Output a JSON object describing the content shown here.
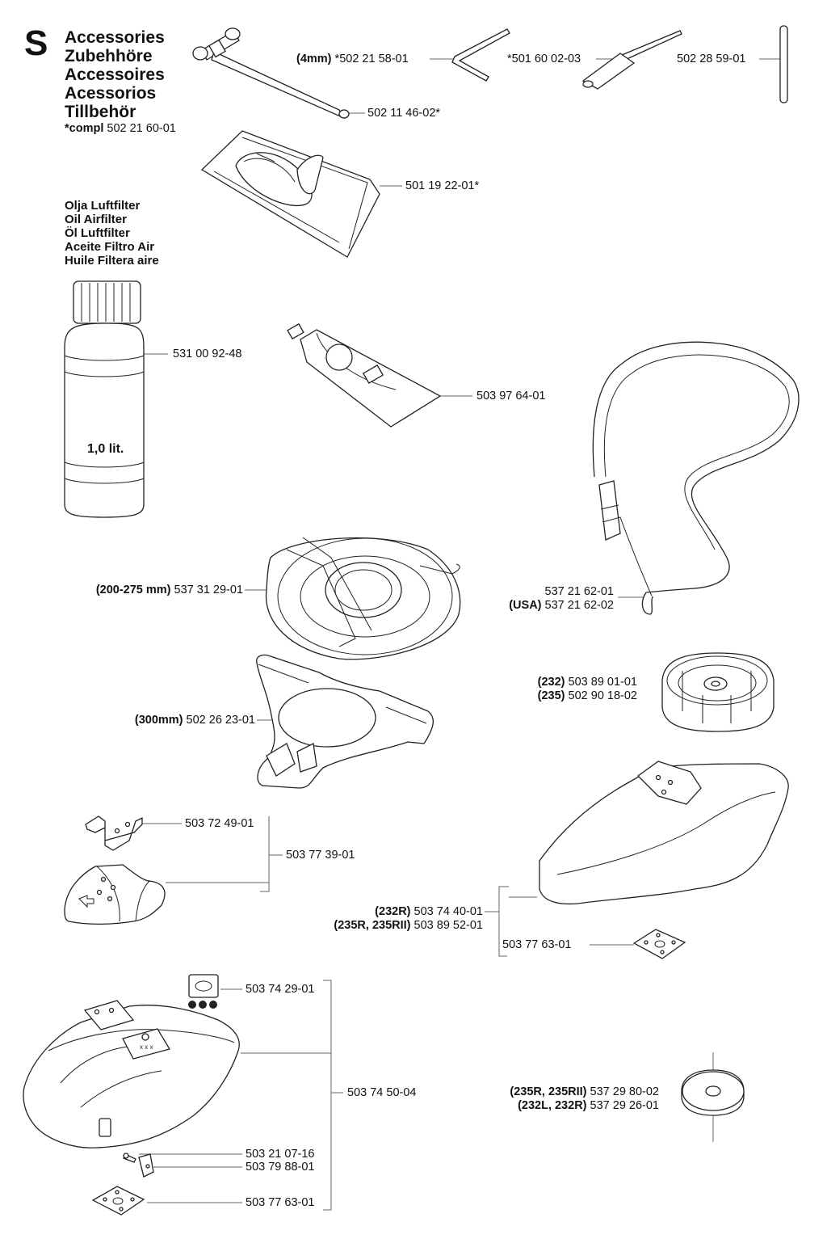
{
  "header": {
    "section_letter": "S",
    "titles": [
      "Accessories",
      "Zubehhöre",
      "Accessoires",
      "Acessorios",
      "Tillbehör"
    ],
    "compl_prefix": "*compl",
    "compl_number": "502 21 60-01"
  },
  "oil_titles": [
    "Olja Luftfilter",
    "Oil Airfilter",
    "Öl Luftfilter",
    "Aceite Filtro Air",
    "Huile Filtera aire"
  ],
  "bottle_label": "1,0 lit.",
  "parts": [
    {
      "id": "hex-4mm",
      "qualifier": "(4mm)",
      "number": "*502 21 58-01"
    },
    {
      "id": "pin",
      "qualifier": "",
      "number": "*501 60 02-03"
    },
    {
      "id": "rod",
      "qualifier": "",
      "number": "502 28 59-01"
    },
    {
      "id": "wrench",
      "qualifier": "",
      "number": "502 11 46-02*"
    },
    {
      "id": "bag",
      "qualifier": "",
      "number": "501 19 22-01*"
    },
    {
      "id": "oil",
      "qualifier": "",
      "number": "531 00 92-48"
    },
    {
      "id": "grease",
      "qualifier": "",
      "number": "503 97 64-01"
    },
    {
      "id": "harness-1",
      "qualifier": "",
      "number": "537 21 62-01"
    },
    {
      "id": "harness-2",
      "qualifier": "(USA)",
      "number": "537 21 62-02"
    },
    {
      "id": "guard-200",
      "qualifier": "(200-275 mm)",
      "number": "537 31 29-01"
    },
    {
      "id": "head-232",
      "qualifier": "(232)",
      "number": "503 89 01-01"
    },
    {
      "id": "head-235",
      "qualifier": "(235)",
      "number": "502 90 18-02"
    },
    {
      "id": "guard-300",
      "qualifier": "(300mm)",
      "number": "502 26 23-01"
    },
    {
      "id": "bracket",
      "qualifier": "",
      "number": "503 72 49-01"
    },
    {
      "id": "guard-kit",
      "qualifier": "",
      "number": "503 77 39-01"
    },
    {
      "id": "shield-232r",
      "qualifier": "(232R)",
      "number": "503 74 40-01"
    },
    {
      "id": "shield-235r",
      "qualifier": "(235R, 235RII)",
      "number": "503 89 52-01"
    },
    {
      "id": "plate-a",
      "qualifier": "",
      "number": "503 77 63-01"
    },
    {
      "id": "decal",
      "qualifier": "",
      "number": "503 74 29-01"
    },
    {
      "id": "big-guard",
      "qualifier": "",
      "number": "503 74 50-04"
    },
    {
      "id": "washer-235",
      "qualifier": "(235R, 235RII)",
      "number": "537 29 80-02"
    },
    {
      "id": "washer-232",
      "qualifier": "(232L, 232R)",
      "number": "537 29 26-01"
    },
    {
      "id": "screw",
      "qualifier": "",
      "number": "503 21 07-16"
    },
    {
      "id": "clip",
      "qualifier": "",
      "number": "503 79 88-01"
    },
    {
      "id": "plate-b",
      "qualifier": "",
      "number": "503 77 63-01"
    }
  ],
  "decal_label": "x x x"
}
